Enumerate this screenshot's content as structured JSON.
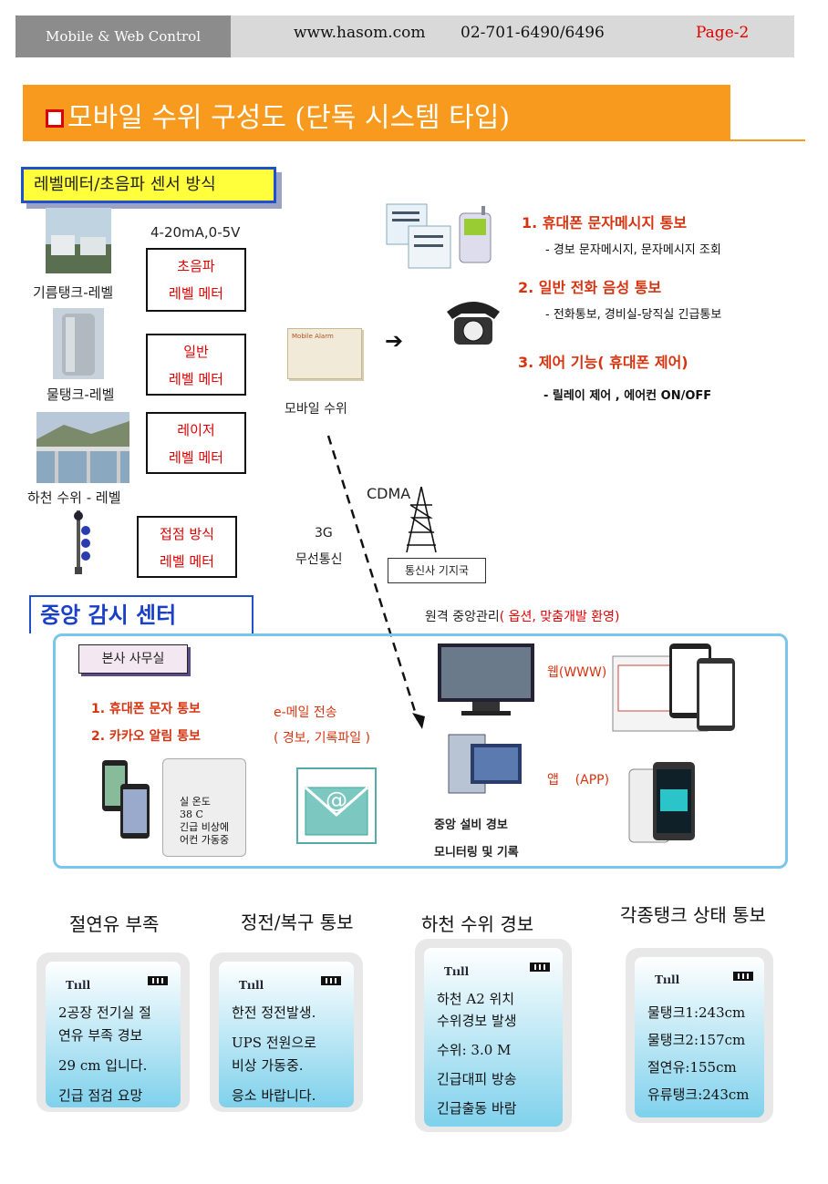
{
  "header": {
    "left": "Mobile & Web Control",
    "url": "www.hasom.com",
    "phone": "02-701-6490/6496",
    "page": "Page-2"
  },
  "title": "모바일 수위 구성도 (단독 시스템 타입)",
  "section": "레벨메터/초음파 센서 방식",
  "signal_range": "4-20mA,0-5V",
  "sources": [
    {
      "caption": "기름탱크-레벨",
      "line1": "초음파",
      "line2": "레벨 메터"
    },
    {
      "caption": "물탱크-레벨",
      "line1": "일반",
      "line2": "레벨 메터"
    },
    {
      "caption": "하천 수위 - 레벨",
      "line1": "레이저",
      "line2": "레벨 메터"
    },
    {
      "caption": "",
      "line1": "접점 방식",
      "line2": "레벨 메터"
    }
  ],
  "device": {
    "box_text": "Mobile Alarm",
    "caption": "모바일 수위"
  },
  "arrow": "➔",
  "features": [
    {
      "title": "1. 휴대폰 문자메시지  통보",
      "sub": "- 경보 문자메시지, 문자메시지 조회"
    },
    {
      "title": "2. 일반 전화 음성 통보",
      "sub": "- 전화통보, 경비실-당직실 긴급통보"
    },
    {
      "title": "3. 제어 기능( 휴대폰 제어)",
      "sub": "- 릴레이 제어 , 에어컨 ON/OFF"
    }
  ],
  "network": {
    "cdma": "CDMA",
    "type_line1": "3G",
    "type_line2": "무선통신",
    "tower_label": "통신사 기지국"
  },
  "center": {
    "title": "중앙 감시 센터",
    "remote_prefix": "원격 중앙관리",
    "remote_option": "( 옵션, 맞춤개발 환영)",
    "hq": "본사 사무실",
    "notices": [
      "1.  휴대폰 문자 통보",
      "2.  카카오 알림 통보"
    ],
    "email_line1": "e-메일 전송",
    "email_line2": "( 경보, 기록파일 )",
    "web_label": "웹(WWW)",
    "app_label": "앱    (APP)",
    "pc_line1": "중앙 설비 경보",
    "pc_line2": "모니터링 및 기록",
    "phone_msg": [
      "실 온도",
      "38 C",
      "긴급 비상에",
      "어컨 가동중"
    ],
    "email_symbol": "@"
  },
  "cards": [
    {
      "title": "절연유 부족",
      "lines": [
        "2공장 전기실 절",
        "연유 부족 경보",
        "",
        "29 cm 입니다.",
        "",
        "긴급 점검 요망"
      ]
    },
    {
      "title": "정전/복구 통보",
      "lines": [
        "한전 정전발생.",
        "",
        "UPS 전원으로",
        "비상 가동중.",
        "",
        "응소 바랍니다."
      ]
    },
    {
      "title": "하천 수위 경보",
      "lines": [
        "하천 A2 위치",
        "수위경보 발생",
        "",
        "수위: 3.0 M",
        "",
        "긴급대피 방송",
        "",
        "긴급출동 바람"
      ]
    },
    {
      "title": "각종탱크 상태 통보",
      "lines": [
        "물탱크1:243cm",
        "",
        "물탱크2:157cm",
        "",
        "절연유:155cm",
        "",
        "유류탱크:243cm"
      ]
    }
  ],
  "signal_icon": "Tııll",
  "colors": {
    "orange": "#f79a1e",
    "red": "#e00000",
    "blue": "#2150c8",
    "sky": "#78c6ec"
  }
}
